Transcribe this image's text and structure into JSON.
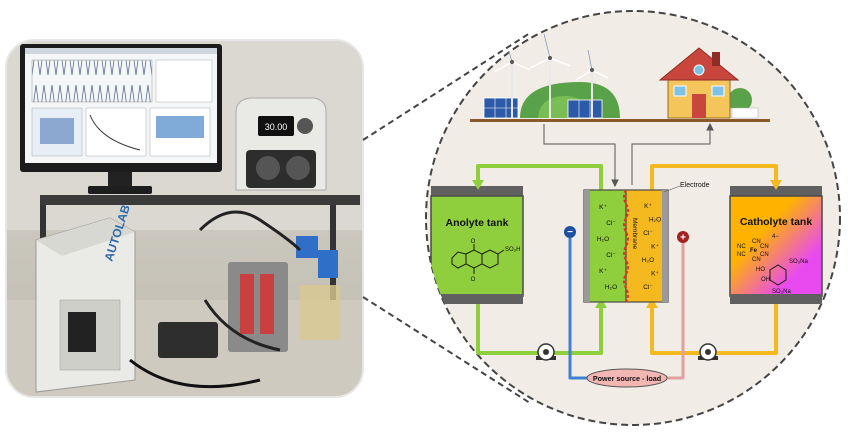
{
  "photo": {
    "monitor_screen_value": "30.00",
    "device_brand": "AUTOLAB"
  },
  "energy": {
    "sources": "wind-solar-icon",
    "consumer": "house-icon"
  },
  "anolyte_tank": {
    "title": "Anolyte tank",
    "substituent": "SO₃H",
    "color": "#8fce3c"
  },
  "catholyte_tank": {
    "title": "Catholyte tank",
    "ligands": [
      "CN",
      "NC",
      "CN",
      "NC",
      "CN",
      "CN"
    ],
    "metal": "Fe",
    "charge": "4−",
    "substituents": [
      "SO₃Na",
      "SO₃Na",
      "HO",
      "OH"
    ],
    "gradient": [
      "#ffb300",
      "#e94aef"
    ]
  },
  "cell": {
    "electrode_label": "Electrode",
    "membrane_label": "Membrane",
    "left_ions": [
      "K⁺",
      "Cl⁻",
      "H₂O",
      "Cl⁻",
      "K⁺",
      "H₂O"
    ],
    "right_ions": [
      "K⁺",
      "H₂O",
      "Cl⁻",
      "K⁺",
      "H₂O",
      "K⁺",
      "Cl⁻"
    ],
    "negative": "−",
    "positive": "+"
  },
  "power_source": {
    "label": "Power source - load"
  },
  "colors": {
    "anolyte_pipe": "#8fce3c",
    "catholyte_pipe": "#f5b920",
    "negative_wire": "#3f7fd6",
    "positive_wire": "#e2a0a0",
    "circle_bg": "#f1ede6"
  }
}
